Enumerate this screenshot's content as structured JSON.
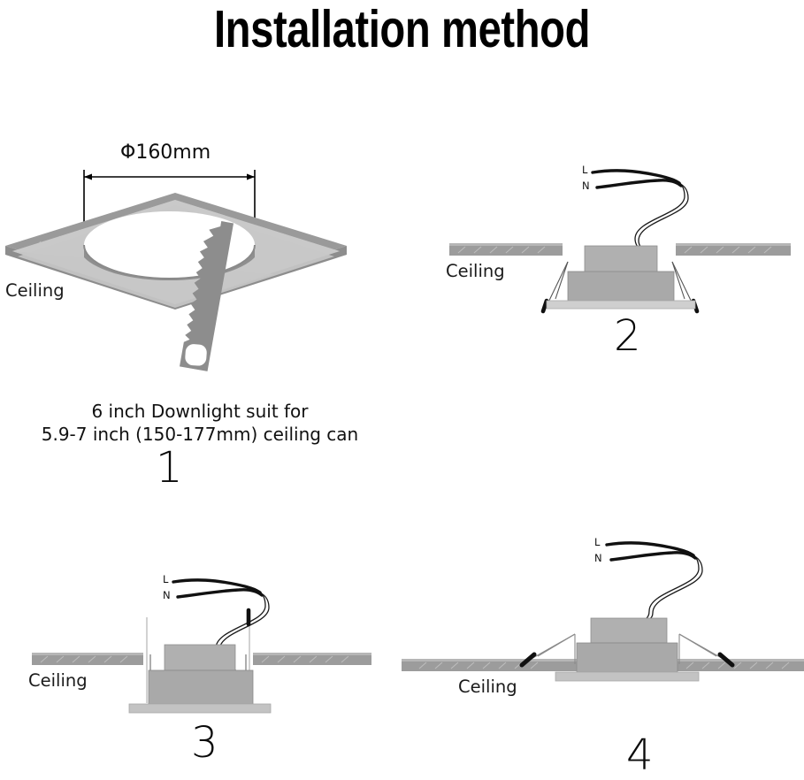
{
  "page": {
    "title": "Installation method",
    "background_color": "#ffffff"
  },
  "palette": {
    "ceiling_slab": "#9c9c9c",
    "ceiling_slab_top": "#b4b4b4",
    "ceiling_panel_top": "#c9c9c9",
    "ceiling_panel_edge": "#9a9a9a",
    "fixture_body": "#a9a9a9",
    "fixture_driver": "#b0b0b0",
    "trim_plate": "#cfcfcf",
    "saw": "#8d8d8d",
    "wire": "#1a1a1a",
    "spring_tip": "#0f0f0f",
    "text": "#111111"
  },
  "steps": [
    {
      "number": "1",
      "ceiling_label": "Ceiling",
      "dimension_label": "Φ160mm",
      "icons": [
        "ceiling-panel-icon",
        "hole-cutout-icon",
        "handsaw-icon",
        "dimension-arrow-icon"
      ],
      "caption_lines": [
        "6 inch Downlight suit for",
        "5.9-7 inch (150-177mm) ceiling can"
      ]
    },
    {
      "number": "2",
      "ceiling_label": "Ceiling",
      "wire_labels": {
        "live": "L",
        "neutral": "N"
      },
      "icons": [
        "ceiling-slab-icon",
        "downlight-fixture-icon",
        "driver-box-icon",
        "trim-plate-icon",
        "spring-clip-icon",
        "wire-icon"
      ]
    },
    {
      "number": "3",
      "ceiling_label": "Ceiling",
      "wire_labels": {
        "live": "L",
        "neutral": "N"
      },
      "icons": [
        "ceiling-slab-icon",
        "downlight-fixture-icon",
        "driver-box-icon",
        "trim-plate-icon",
        "spring-clip-compressed-icon",
        "wire-icon"
      ]
    },
    {
      "number": "4",
      "ceiling_label": "Ceiling",
      "wire_labels": {
        "live": "L",
        "neutral": "N"
      },
      "icons": [
        "ceiling-slab-icon",
        "downlight-fixture-icon",
        "driver-box-icon",
        "trim-plate-icon",
        "spring-clip-released-icon",
        "wire-icon"
      ]
    }
  ]
}
